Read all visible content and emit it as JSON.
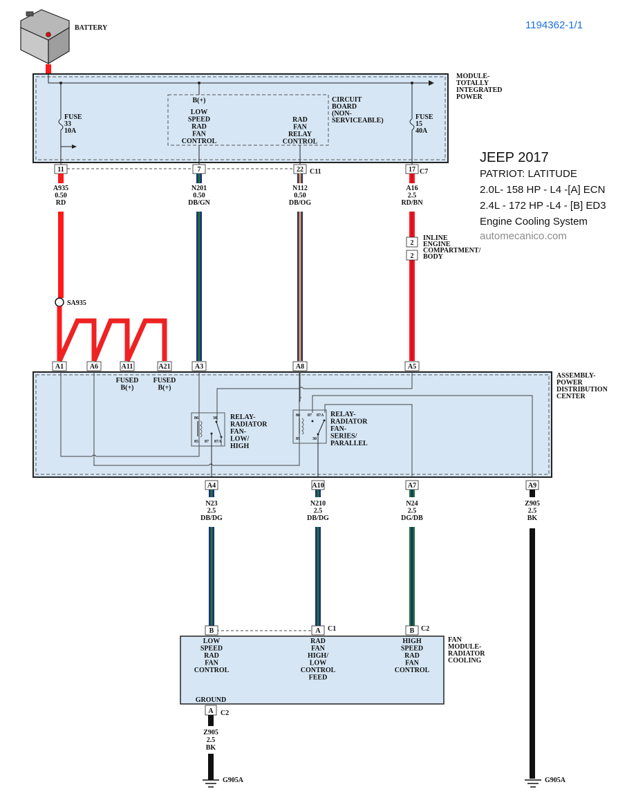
{
  "document_id": "1194362-1/1",
  "title_block": {
    "make_year": "JEEP 2017",
    "model": "PATRIOT: LATITUDE",
    "engine_a": "2.0L- 158 HP - L4 -[A] ECN",
    "engine_b": "2.4L - 172 HP -L4 - [B] ED3",
    "system": "Engine Cooling System",
    "site": "automecanico.com"
  },
  "battery": {
    "label": "BATTERY"
  },
  "tipm": {
    "name_lines": [
      "MODULE-",
      "TOTALLY",
      "INTEGRATED",
      "POWER"
    ],
    "fuse_33": [
      "FUSE",
      "33",
      "10A"
    ],
    "fuse_15": [
      "FUSE",
      "15",
      "40A"
    ],
    "circuit_board": [
      "CIRCUIT",
      "BOARD",
      "(NON-",
      "SERVICEABLE)"
    ],
    "bplus": "B(+)",
    "low_speed": [
      "LOW",
      "SPEED",
      "RAD",
      "FAN",
      "CONTROL"
    ],
    "relay_control": [
      "RAD",
      "FAN",
      "RELAY",
      "CONTROL"
    ],
    "pins": [
      "11",
      "7",
      "22",
      "17"
    ],
    "connector_c11": "C11",
    "connector_c7": "C7"
  },
  "wires_top": [
    {
      "circuit": "A935",
      "gauge": "0.50",
      "color": "RD",
      "stripe": [
        "#ff1a1a"
      ]
    },
    {
      "circuit": "N201",
      "gauge": "0.50",
      "color": "DB/GN",
      "stripe": [
        "#1c2b8f",
        "#1e7a1e"
      ]
    },
    {
      "circuit": "N112",
      "gauge": "0.50",
      "color": "DB/OG",
      "stripe": [
        "#1c2b8f",
        "#f5a623"
      ]
    },
    {
      "circuit": "A16",
      "gauge": "2.5",
      "color": "RD/BN",
      "stripe": [
        "#ff1a1a",
        "#c8102e"
      ]
    }
  ],
  "inline_connector": {
    "pin_top": "2",
    "pin_bottom": "2",
    "label_lines": [
      "INLINE",
      "ENGINE",
      "COMPARTMENT/",
      "BODY"
    ]
  },
  "splice": {
    "label": "SA935"
  },
  "pdc": {
    "name_lines": [
      "ASSEMBLY-",
      "POWER",
      "DISTRIBUTION",
      "CENTER"
    ],
    "top_pins": [
      "A1",
      "A6",
      "A11",
      "A21",
      "A3",
      "A8",
      "A5"
    ],
    "fused_label": [
      "FUSED",
      "B(+)"
    ],
    "relay_low_high": {
      "lines": [
        "RELAY-",
        "RADIATOR",
        "FAN-",
        "LOW/",
        "HIGH"
      ],
      "terminals": [
        "86",
        "30",
        "85",
        "87",
        "87A"
      ]
    },
    "relay_series": {
      "lines": [
        "RELAY-",
        "RADIATOR",
        "FAN-",
        "SERIES/",
        "PARALLEL"
      ],
      "terminals": [
        "86",
        "87",
        "87A",
        "85",
        "30"
      ]
    },
    "bottom_pins": [
      "A4",
      "A10",
      "A7",
      "A9"
    ]
  },
  "wires_bottom": [
    {
      "circuit": "N23",
      "gauge": "2.5",
      "color": "DB/DG"
    },
    {
      "circuit": "N210",
      "gauge": "2.5",
      "color": "DB/DG"
    },
    {
      "circuit": "N24",
      "gauge": "2.5",
      "color": "DG/DB"
    },
    {
      "circuit": "Z905",
      "gauge": "2.5",
      "color": "BK"
    }
  ],
  "fan_module": {
    "name_lines": [
      "FAN",
      "MODULE-",
      "RADIATOR",
      "COOLING"
    ],
    "pins": [
      "B",
      "A",
      "B"
    ],
    "connector_c1": "C1",
    "connector_c2": "C2",
    "low_speed": [
      "LOW",
      "SPEED",
      "RAD",
      "FAN",
      "CONTROL"
    ],
    "feed": [
      "RAD",
      "FAN",
      "HIGH/",
      "LOW",
      "CONTROL",
      "FEED"
    ],
    "high_speed": [
      "HIGH",
      "SPEED",
      "RAD",
      "FAN",
      "CONTROL"
    ],
    "ground": "GROUND",
    "ground_pin": "A",
    "ground_connector": "C2"
  },
  "ground_wire": {
    "circuit": "Z905",
    "gauge": "2.5",
    "color": "BK"
  },
  "grounds": [
    "G905A",
    "G905A"
  ],
  "colors": {
    "module_fill": "#d6e6f5",
    "red": "#ff1a1a",
    "dark_blue": "#1c2b8f",
    "green": "#1e7a1e",
    "orange": "#f5a623",
    "doc_id": "#1a6fe0"
  }
}
